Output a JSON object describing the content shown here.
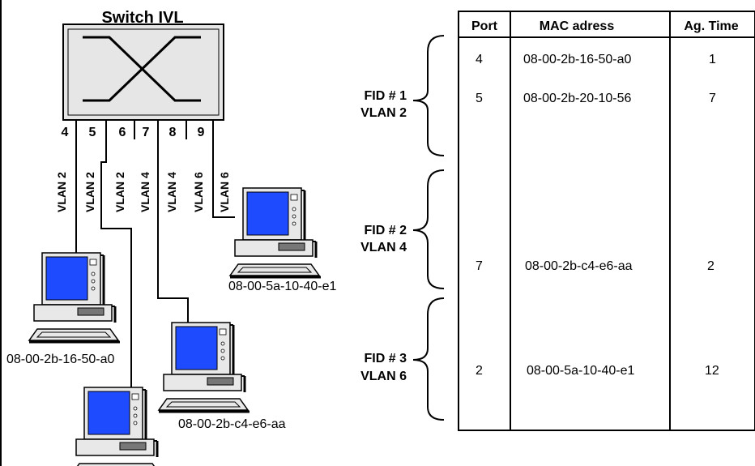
{
  "switch": {
    "title": "Switch IVL",
    "ports": [
      "4",
      "5",
      "6",
      "7",
      "8",
      "9"
    ],
    "vlan_labels": [
      "VLAN 2",
      "VLAN 2",
      "VLAN 2",
      "VLAN 4",
      "VLAN 4",
      "VLAN 6",
      "VLAN 6"
    ]
  },
  "hosts": [
    {
      "mac": "08-00-5a-10-40-e1"
    },
    {
      "mac": "08-00-2b-16-50-a0"
    },
    {
      "mac": "08-00-2b-c4-e6-aa"
    }
  ],
  "fid_groups": [
    {
      "fid": "FID # 1",
      "vlan": "VLAN 2"
    },
    {
      "fid": "FID # 2",
      "vlan": "VLAN 4"
    },
    {
      "fid": "FID # 3",
      "vlan": "VLAN 6"
    }
  ],
  "table": {
    "headers": [
      "Port",
      "MAC adress",
      "Ag. Time"
    ],
    "rows": [
      {
        "port": "4",
        "mac": "08-00-2b-16-50-a0",
        "age": "1"
      },
      {
        "port": "5",
        "mac": "08-00-2b-20-10-56",
        "age": "7"
      },
      {
        "port": "7",
        "mac": "08-00-2b-c4-e6-aa",
        "age": "2"
      },
      {
        "port": "2",
        "mac": "08-00-5a-10-40-e1",
        "age": "12"
      }
    ]
  },
  "colors": {
    "screen": "#1f4bff",
    "switch_fill": "#e6e6e6",
    "computer_fill": "#e8e8e8"
  }
}
